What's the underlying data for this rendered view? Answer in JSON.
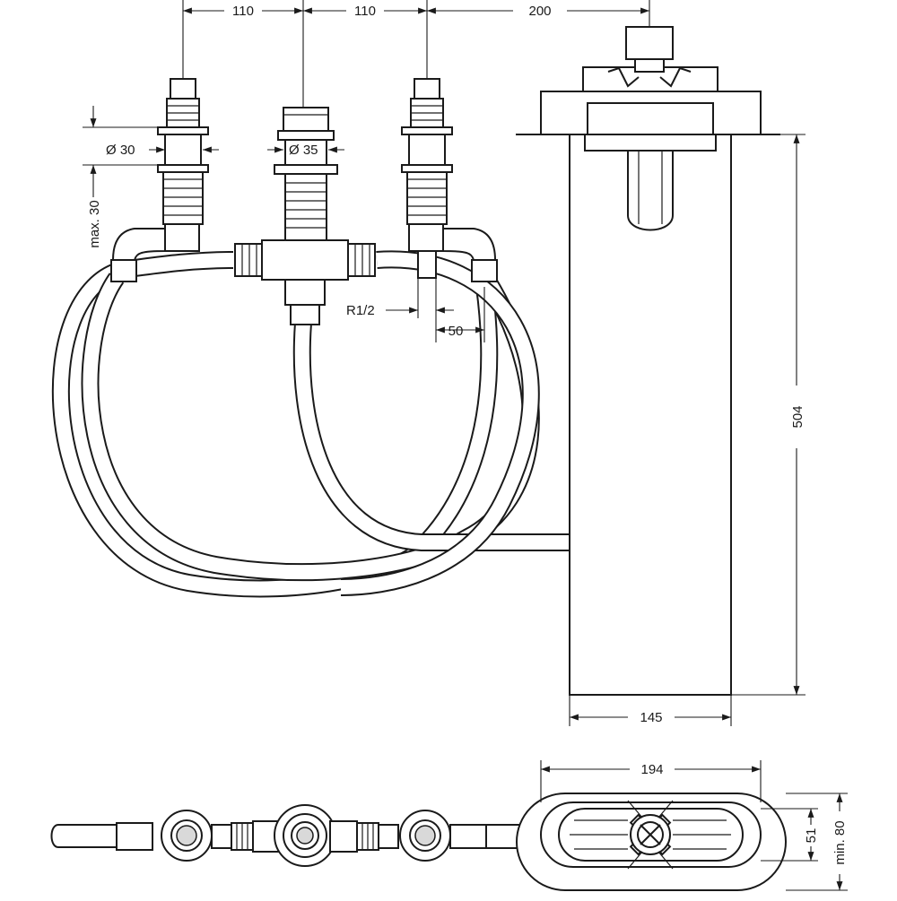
{
  "dimensions": {
    "top_spacing_left": "110",
    "top_spacing_mid": "110",
    "top_spacing_right": "200",
    "dia_left": "Ø 30",
    "dia_mid": "Ø 35",
    "max_thickness": "max. 30",
    "thread": "R1/2",
    "offset": "50",
    "height": "504",
    "width": "145",
    "bottom_width": "194",
    "depth_inner": "51",
    "depth_min": "min. 80"
  },
  "colors": {
    "line": "#1a1a1a",
    "background": "#ffffff"
  }
}
